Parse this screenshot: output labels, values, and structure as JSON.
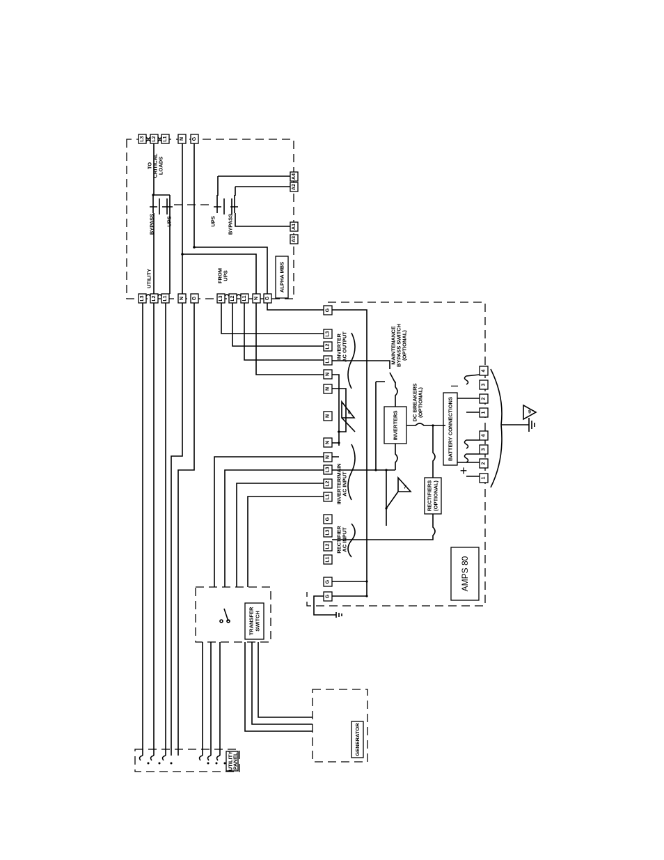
{
  "mbs": {
    "title": "ALPHA MBS",
    "to_critical_loads": [
      "TO",
      "CRITICAL",
      "LOADS"
    ],
    "utility": "UTILITY",
    "from_ups": [
      "FROM",
      "UPS"
    ],
    "bypass": "BYPASS",
    "ups": "UPS",
    "aux_terminals": [
      "A1",
      "A2",
      "A3",
      "A4"
    ]
  },
  "terminals": {
    "l1": "L1",
    "l2": "L2",
    "l3": "L3",
    "n": "N",
    "g": "G"
  },
  "amps": {
    "title": "AMPS 80",
    "inverter_output": [
      "INVERTER",
      "AC OUTPUT"
    ],
    "inverter_main_input": [
      "INVERTER/MAIN",
      "AC INPUT"
    ],
    "rectifier_input": [
      "RECTIFIER",
      "AC INPUT"
    ],
    "maintenance_switch": [
      "MAINTENANCE",
      "BYPASS SWITCH",
      "(OPTIONAL)"
    ],
    "dc_breakers": [
      "DC BREAKERS",
      "(OPTIONAL)"
    ],
    "inverters": "INVERTERS",
    "rectifiers": [
      "RECTIFIERS",
      "(OPTIONAL)"
    ],
    "battery_connections": "BATTERY CONNECTIONS",
    "battery_numbers": [
      "1",
      "2",
      "3",
      "4"
    ],
    "plus": "+",
    "minus": "–",
    "note_6": "6",
    "note_7": "7",
    "note_9": "9"
  },
  "transfer_switch": [
    "TRANSFER",
    "SWITCH"
  ],
  "generator": "GENERATOR",
  "utility_panel": [
    "UTILITY",
    "PANEL"
  ]
}
